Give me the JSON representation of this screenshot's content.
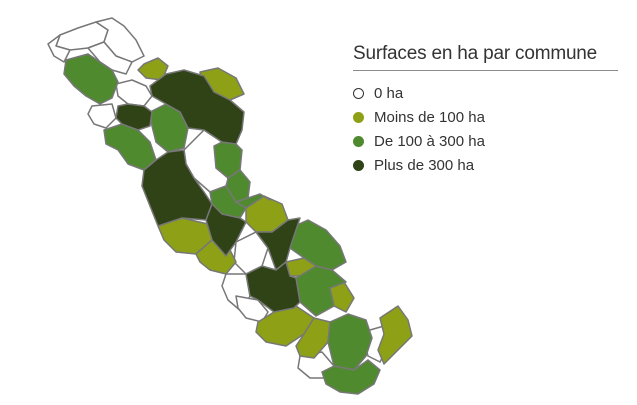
{
  "legend": {
    "title": "Surfaces en ha par commune",
    "items": [
      {
        "label": "0 ha",
        "color": "#ffffff",
        "stroke": "#333333"
      },
      {
        "label": "Moins de 100 ha",
        "color": "#8ea116",
        "stroke": "#8ea116"
      },
      {
        "label": "De 100 à 300 ha",
        "color": "#4f8a2e",
        "stroke": "#4f8a2e"
      },
      {
        "label": "Plus de 300 ha",
        "color": "#2f4317",
        "stroke": "#2f4317"
      }
    ]
  },
  "map_colors": {
    "zero": "#ffffff",
    "low": "#8ea116",
    "mid": "#4f8a2e",
    "high": "#2f4317",
    "border": "#777777"
  }
}
